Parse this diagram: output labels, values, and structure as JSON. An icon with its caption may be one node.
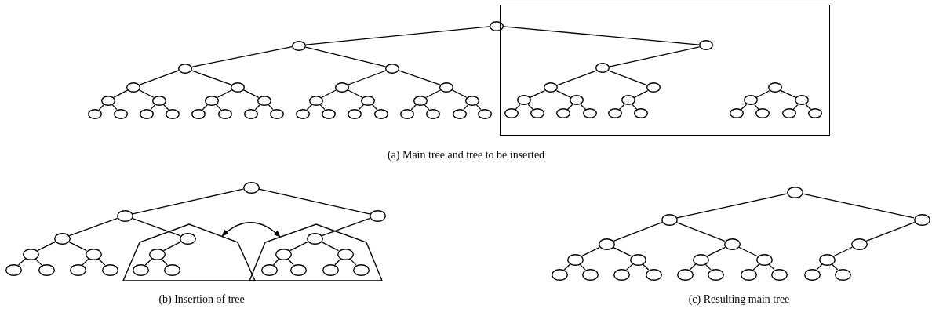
{
  "diagram": {
    "nodes": [
      {
        "text": [],
        "shape": "circle"
      },
      {
        "text": [],
        "shape": "circle"
      },
      {
        "text": [],
        "shape": "circle"
      },
      {
        "text": [],
        "shape": "circle"
      },
      {
        "text": [],
        "shape": "circle"
      },
      {
        "text": [],
        "shape": "circle"
      },
      {
        "text": [],
        "shape": "circle"
      },
      {
        "text": [],
        "shape": "circle"
      },
      {
        "text": [],
        "shape": "circle"
      },
      {
        "text": [],
        "shape": "circle"
      },
      {
        "text": [],
        "shape": "circle"
      },
      {
        "text": [],
        "shape": "circle"
      },
      {
        "text": [],
        "shape": "circle"
      },
      {
        "text": [],
        "shape": "circle"
      },
      {
        "text": [],
        "shape": "circle"
      },
      {
        "text": [],
        "shape": "circle"
      },
      {
        "text": [],
        "shape": "circle"
      },
      {
        "text": [],
        "shape": "circle"
      },
      {
        "text": [],
        "shape": "circle"
      },
      {
        "text": [],
        "shape": "circle"
      },
      {
        "text": [],
        "shape": "circle"
      },
      {
        "text": [],
        "shape": "circle"
      },
      {
        "text": [],
        "shape": "circle"
      },
      {
        "text": [],
        "shape": "circle"
      },
      {
        "text": [],
        "shape": "circle"
      },
      {
        "text": [],
        "shape": "circle"
      },
      {
        "text": [],
        "shape": "circle"
      },
      {
        "text": [],
        "shape": "circle"
      },
      {
        "text": [],
        "shape": "circle"
      },
      {
        "text": [],
        "shape": "circle"
      },
      {
        "text": [],
        "shape": "circle"
      },
      {
        "text": [],
        "shape": "circle"
      },
      {
        "text": [],
        "shape": "box"
      },
      {
        "text": [],
        "shape": "circle",
        "in": 32
      },
      {
        "text": [],
        "shape": "circle",
        "in": 32
      },
      {
        "text": [],
        "shape": "circle",
        "in": 32
      },
      {
        "text": [],
        "shape": "circle",
        "in": 32
      },
      {
        "text": [],
        "shape": "circle",
        "in": 32
      },
      {
        "text": [],
        "shape": "circle",
        "in": 32
      },
      {
        "text": [],
        "shape": "circle",
        "in": 32
      },
      {
        "text": [],
        "shape": "circle",
        "in": 32
      },
      {
        "text": [],
        "shape": "circle",
        "in": 32
      },
      {
        "text": [],
        "shape": "circle",
        "in": 32
      },
      {
        "text": [],
        "shape": "circle",
        "in": 32
      },
      {
        "text": [],
        "shape": "circle",
        "in": 32
      },
      {
        "text": [],
        "shape": "circle",
        "in": 32
      },
      {
        "text": [],
        "shape": "circle",
        "in": 32
      },
      {
        "text": [],
        "shape": "circle",
        "in": 32
      },
      {
        "text": [],
        "shape": "circle",
        "in": 32
      },
      {
        "text": [],
        "shape": "circle",
        "in": 32
      },
      {
        "text": [],
        "shape": "circle",
        "in": 32
      },
      {
        "text": [],
        "shape": "circle",
        "in": 32
      },
      {
        "text": [],
        "shape": "circle",
        "in": 32
      },
      {
        "text": [],
        "shape": "circle"
      },
      {
        "text": [],
        "shape": "circle"
      },
      {
        "text": [],
        "shape": "circle"
      },
      {
        "text": [],
        "shape": "circle"
      },
      {
        "text": [],
        "shape": "circle"
      },
      {
        "text": [],
        "shape": "circle"
      },
      {
        "text": [],
        "shape": "circle"
      },
      {
        "text": [],
        "shape": "circle"
      },
      {
        "text": [],
        "shape": "circle"
      },
      {
        "text": [],
        "shape": "circle"
      },
      {
        "text": [],
        "shape": "pentagon"
      },
      {
        "text": [],
        "shape": "circle",
        "in": 63
      },
      {
        "text": [],
        "shape": "circle",
        "in": 63
      },
      {
        "text": [],
        "shape": "circle",
        "in": 63
      },
      {
        "text": [],
        "shape": "circle",
        "in": 63
      },
      {
        "text": [],
        "shape": "pentagon"
      },
      {
        "text": [],
        "shape": "circle",
        "in": 68
      },
      {
        "text": [],
        "shape": "circle",
        "in": 68
      },
      {
        "text": [],
        "shape": "circle",
        "in": 68
      },
      {
        "text": [],
        "shape": "circle",
        "in": 68
      },
      {
        "text": [],
        "shape": "circle",
        "in": 68
      },
      {
        "text": [],
        "shape": "circle",
        "in": 68
      },
      {
        "text": [],
        "shape": "circle",
        "in": 68
      },
      {
        "text": [],
        "shape": "circle"
      },
      {
        "text": [],
        "shape": "circle"
      },
      {
        "text": [],
        "shape": "circle"
      },
      {
        "text": [],
        "shape": "circle"
      },
      {
        "text": [],
        "shape": "circle"
      },
      {
        "text": [],
        "shape": "circle"
      },
      {
        "text": [],
        "shape": "circle"
      },
      {
        "text": [],
        "shape": "circle"
      },
      {
        "text": [],
        "shape": "circle"
      },
      {
        "text": [],
        "shape": "circle"
      },
      {
        "text": [],
        "shape": "circle"
      },
      {
        "text": [],
        "shape": "circle"
      },
      {
        "text": [],
        "shape": "circle"
      },
      {
        "text": [],
        "shape": "circle"
      },
      {
        "text": [],
        "shape": "circle"
      },
      {
        "text": [],
        "shape": "circle"
      },
      {
        "text": [],
        "shape": "circle"
      },
      {
        "text": [],
        "shape": "circle"
      },
      {
        "text": [],
        "shape": "circle"
      },
      {
        "text": [],
        "shape": "circle"
      },
      {
        "text": [],
        "shape": "circle"
      }
    ],
    "edges": [
      {
        "from": 0,
        "to": 1,
        "arrow": "none"
      },
      {
        "from": 0,
        "to": 33,
        "arrow": "none"
      },
      {
        "from": 1,
        "to": 2,
        "arrow": "none"
      },
      {
        "from": 1,
        "to": 3,
        "arrow": "none"
      },
      {
        "from": 2,
        "to": 4,
        "arrow": "none"
      },
      {
        "from": 2,
        "to": 5,
        "arrow": "none"
      },
      {
        "from": 3,
        "to": 6,
        "arrow": "none"
      },
      {
        "from": 3,
        "to": 7,
        "arrow": "none"
      },
      {
        "from": 4,
        "to": 8,
        "arrow": "none"
      },
      {
        "from": 4,
        "to": 9,
        "arrow": "none"
      },
      {
        "from": 5,
        "to": 10,
        "arrow": "none"
      },
      {
        "from": 5,
        "to": 11,
        "arrow": "none"
      },
      {
        "from": 6,
        "to": 12,
        "arrow": "none"
      },
      {
        "from": 6,
        "to": 13,
        "arrow": "none"
      },
      {
        "from": 7,
        "to": 14,
        "arrow": "none"
      },
      {
        "from": 7,
        "to": 15,
        "arrow": "none"
      },
      {
        "from": 8,
        "to": 16,
        "arrow": "none"
      },
      {
        "from": 8,
        "to": 17,
        "arrow": "none"
      },
      {
        "from": 9,
        "to": 18,
        "arrow": "none"
      },
      {
        "from": 9,
        "to": 19,
        "arrow": "none"
      },
      {
        "from": 10,
        "to": 20,
        "arrow": "none"
      },
      {
        "from": 10,
        "to": 21,
        "arrow": "none"
      },
      {
        "from": 11,
        "to": 22,
        "arrow": "none"
      },
      {
        "from": 11,
        "to": 23,
        "arrow": "none"
      },
      {
        "from": 12,
        "to": 24,
        "arrow": "none"
      },
      {
        "from": 12,
        "to": 25,
        "arrow": "none"
      },
      {
        "from": 13,
        "to": 26,
        "arrow": "none"
      },
      {
        "from": 13,
        "to": 27,
        "arrow": "none"
      },
      {
        "from": 14,
        "to": 28,
        "arrow": "none"
      },
      {
        "from": 14,
        "to": 29,
        "arrow": "none"
      },
      {
        "from": 15,
        "to": 30,
        "arrow": "none"
      },
      {
        "from": 15,
        "to": 31,
        "arrow": "none"
      },
      {
        "from": 33,
        "to": 34,
        "arrow": "none"
      },
      {
        "from": 34,
        "to": 35,
        "arrow": "none"
      },
      {
        "from": 34,
        "to": 36,
        "arrow": "none"
      },
      {
        "from": 35,
        "to": 37,
        "arrow": "none"
      },
      {
        "from": 35,
        "to": 38,
        "arrow": "none"
      },
      {
        "from": 36,
        "to": 39,
        "arrow": "none"
      },
      {
        "from": 37,
        "to": 40,
        "arrow": "none"
      },
      {
        "from": 37,
        "to": 41,
        "arrow": "none"
      },
      {
        "from": 38,
        "to": 42,
        "arrow": "none"
      },
      {
        "from": 38,
        "to": 43,
        "arrow": "none"
      },
      {
        "from": 39,
        "to": 44,
        "arrow": "none"
      },
      {
        "from": 39,
        "to": 45,
        "arrow": "none"
      },
      {
        "from": 46,
        "to": 47,
        "arrow": "none"
      },
      {
        "from": 46,
        "to": 48,
        "arrow": "none"
      },
      {
        "from": 47,
        "to": 49,
        "arrow": "none"
      },
      {
        "from": 47,
        "to": 50,
        "arrow": "none"
      },
      {
        "from": 48,
        "to": 51,
        "arrow": "none"
      },
      {
        "from": 48,
        "to": 52,
        "arrow": "none"
      },
      {
        "from": 53,
        "to": 54,
        "arrow": "none"
      },
      {
        "from": 53,
        "to": 55,
        "arrow": "none"
      },
      {
        "from": 54,
        "to": 56,
        "arrow": "none"
      },
      {
        "from": 54,
        "to": 64,
        "arrow": "none"
      },
      {
        "from": 56,
        "to": 57,
        "arrow": "none"
      },
      {
        "from": 56,
        "to": 58,
        "arrow": "none"
      },
      {
        "from": 57,
        "to": 59,
        "arrow": "none"
      },
      {
        "from": 57,
        "to": 60,
        "arrow": "none"
      },
      {
        "from": 58,
        "to": 61,
        "arrow": "none"
      },
      {
        "from": 58,
        "to": 62,
        "arrow": "none"
      },
      {
        "from": 64,
        "to": 65,
        "arrow": "none"
      },
      {
        "from": 65,
        "to": 66,
        "arrow": "none"
      },
      {
        "from": 65,
        "to": 67,
        "arrow": "none"
      },
      {
        "from": 55,
        "to": 69,
        "arrow": "none"
      },
      {
        "from": 69,
        "to": 70,
        "arrow": "none"
      },
      {
        "from": 69,
        "to": 71,
        "arrow": "none"
      },
      {
        "from": 70,
        "to": 72,
        "arrow": "none"
      },
      {
        "from": 70,
        "to": 73,
        "arrow": "none"
      },
      {
        "from": 71,
        "to": 74,
        "arrow": "none"
      },
      {
        "from": 71,
        "to": 75,
        "arrow": "none"
      },
      {
        "from": 63,
        "to": 68,
        "arrow": "both"
      },
      {
        "from": 76,
        "to": 77,
        "arrow": "none"
      },
      {
        "from": 76,
        "to": 78,
        "arrow": "none"
      },
      {
        "from": 77,
        "to": 79,
        "arrow": "none"
      },
      {
        "from": 77,
        "to": 80,
        "arrow": "none"
      },
      {
        "from": 78,
        "to": 81,
        "arrow": "none"
      },
      {
        "from": 79,
        "to": 82,
        "arrow": "none"
      },
      {
        "from": 79,
        "to": 83,
        "arrow": "none"
      },
      {
        "from": 80,
        "to": 84,
        "arrow": "none"
      },
      {
        "from": 80,
        "to": 85,
        "arrow": "none"
      },
      {
        "from": 81,
        "to": 86,
        "arrow": "none"
      },
      {
        "from": 82,
        "to": 87,
        "arrow": "none"
      },
      {
        "from": 82,
        "to": 88,
        "arrow": "none"
      },
      {
        "from": 83,
        "to": 89,
        "arrow": "none"
      },
      {
        "from": 83,
        "to": 90,
        "arrow": "none"
      },
      {
        "from": 84,
        "to": 91,
        "arrow": "none"
      },
      {
        "from": 84,
        "to": 92,
        "arrow": "none"
      },
      {
        "from": 85,
        "to": 93,
        "arrow": "none"
      },
      {
        "from": 85,
        "to": 94,
        "arrow": "none"
      },
      {
        "from": 86,
        "to": 95,
        "arrow": "none"
      },
      {
        "from": 86,
        "to": 96,
        "arrow": "none"
      }
    ],
    "labels": [
      "(a) Main tree and tree to be inserted",
      "(b) Insertion of tree",
      "(c) Resulting main tree"
    ]
  }
}
